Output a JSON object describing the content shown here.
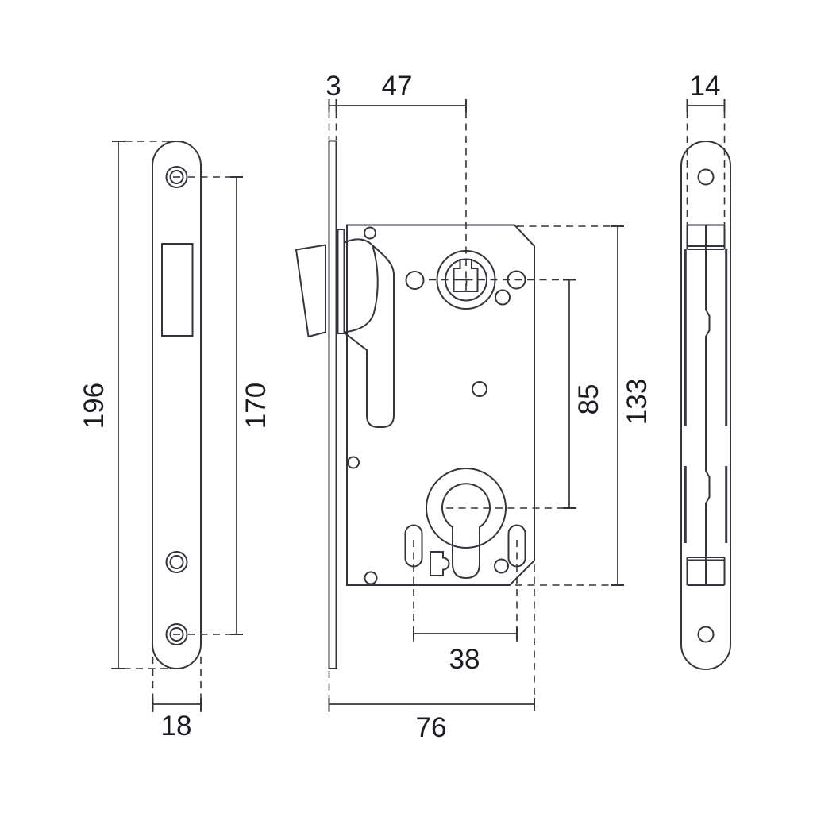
{
  "drawing": {
    "background": "#ffffff",
    "line_color": "#34343c",
    "text_color": "#1b1b22"
  },
  "front": {
    "height_label": "196",
    "holes_span_label": "170",
    "width_label": "18"
  },
  "side": {
    "faceplate_thickness_label": "3",
    "backset_label": "47",
    "hub_to_cylinder_label": "85",
    "case_height_label": "133",
    "slot_span_label": "38",
    "case_width_label": "76"
  },
  "edge": {
    "thickness_label": "14"
  }
}
